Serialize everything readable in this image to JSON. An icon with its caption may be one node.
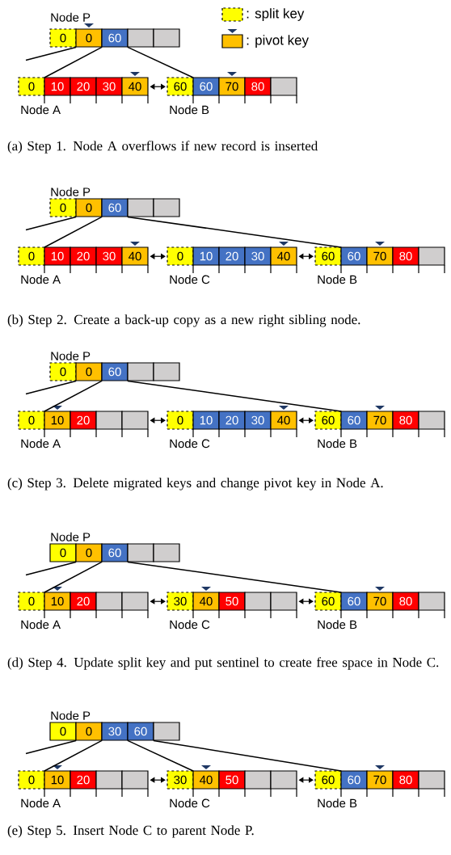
{
  "diagram": {
    "nodes": [
      {
        "text": [
          "Node P",
          "0",
          "0",
          "60"
        ]
      },
      {
        "text": [
          "0",
          "10",
          "20",
          "30",
          "40",
          "Node A"
        ]
      },
      {
        "text": [
          "60",
          "60",
          "70",
          "80",
          "Node B"
        ]
      },
      {
        "text": [
          "Node P",
          "0",
          "0",
          "60"
        ]
      },
      {
        "text": [
          "0",
          "10",
          "20",
          "30",
          "40",
          "Node A"
        ]
      },
      {
        "text": [
          "0",
          "10",
          "20",
          "30",
          "40",
          "Node C"
        ]
      },
      {
        "text": [
          "60",
          "60",
          "70",
          "80",
          "Node B"
        ]
      },
      {
        "text": [
          "Node P",
          "0",
          "0",
          "60"
        ]
      },
      {
        "text": [
          "0",
          "10",
          "20",
          "Node A"
        ]
      },
      {
        "text": [
          "0",
          "10",
          "20",
          "30",
          "40",
          "Node C"
        ]
      },
      {
        "text": [
          "60",
          "60",
          "70",
          "80",
          "Node B"
        ]
      },
      {
        "text": [
          "Node P",
          "0",
          "0",
          "60"
        ]
      },
      {
        "text": [
          "0",
          "10",
          "20",
          "Node A"
        ]
      },
      {
        "text": [
          "30",
          "40",
          "50",
          "Node C"
        ]
      },
      {
        "text": [
          "60",
          "60",
          "70",
          "80",
          "Node B"
        ]
      },
      {
        "text": [
          "Node P",
          "0",
          "0",
          "30",
          "60"
        ]
      },
      {
        "text": [
          "0",
          "10",
          "20",
          "Node A"
        ]
      },
      {
        "text": [
          "30",
          "40",
          "50",
          "Node C"
        ]
      },
      {
        "text": [
          "60",
          "60",
          "70",
          "80",
          "Node B"
        ]
      }
    ],
    "edges": [
      {
        "from": 0,
        "to": null,
        "arrow": "none"
      },
      {
        "from": 0,
        "to": 1,
        "arrow": "none"
      },
      {
        "from": 0,
        "to": 2,
        "arrow": "none"
      },
      {
        "from": 1,
        "to": 2,
        "arrow": "both"
      },
      {
        "from": 3,
        "to": null,
        "arrow": "none"
      },
      {
        "from": 3,
        "to": 4,
        "arrow": "none"
      },
      {
        "from": 3,
        "to": 6,
        "arrow": "none"
      },
      {
        "from": 4,
        "to": 5,
        "arrow": "both"
      },
      {
        "from": 5,
        "to": 6,
        "arrow": "both"
      },
      {
        "from": 7,
        "to": null,
        "arrow": "none"
      },
      {
        "from": 7,
        "to": 8,
        "arrow": "none"
      },
      {
        "from": 7,
        "to": 10,
        "arrow": "none"
      },
      {
        "from": 8,
        "to": 9,
        "arrow": "both"
      },
      {
        "from": 9,
        "to": 10,
        "arrow": "both"
      },
      {
        "from": 11,
        "to": null,
        "arrow": "none"
      },
      {
        "from": 11,
        "to": 12,
        "arrow": "none"
      },
      {
        "from": 11,
        "to": 14,
        "arrow": "none"
      },
      {
        "from": 12,
        "to": 13,
        "arrow": "both"
      },
      {
        "from": 13,
        "to": 14,
        "arrow": "both"
      },
      {
        "from": 15,
        "to": null,
        "arrow": "none"
      },
      {
        "from": 15,
        "to": 16,
        "arrow": "none"
      },
      {
        "from": 15,
        "to": 17,
        "arrow": "none"
      },
      {
        "from": 15,
        "to": 18,
        "arrow": "none"
      },
      {
        "from": 16,
        "to": 17,
        "arrow": "both"
      },
      {
        "from": 17,
        "to": 18,
        "arrow": "both"
      }
    ],
    "labels": [
      "(a) Step 1. Node A overflows if new record is inserted",
      "(b) Step 2. Create a back-up copy as a new right sibling node.",
      "(c) Step 3. Delete migrated keys and change pivot key in Node A.",
      "(d) Step 4. Update split key and put sentinel to create free space in Node C.",
      "(e) Step 5. Insert Node C to parent Node P."
    ],
    "legend": [
      {
        "text": ": split key",
        "color": "#ffff00"
      },
      {
        "text": ": pivot key",
        "color": "#ffc000"
      }
    ]
  }
}
